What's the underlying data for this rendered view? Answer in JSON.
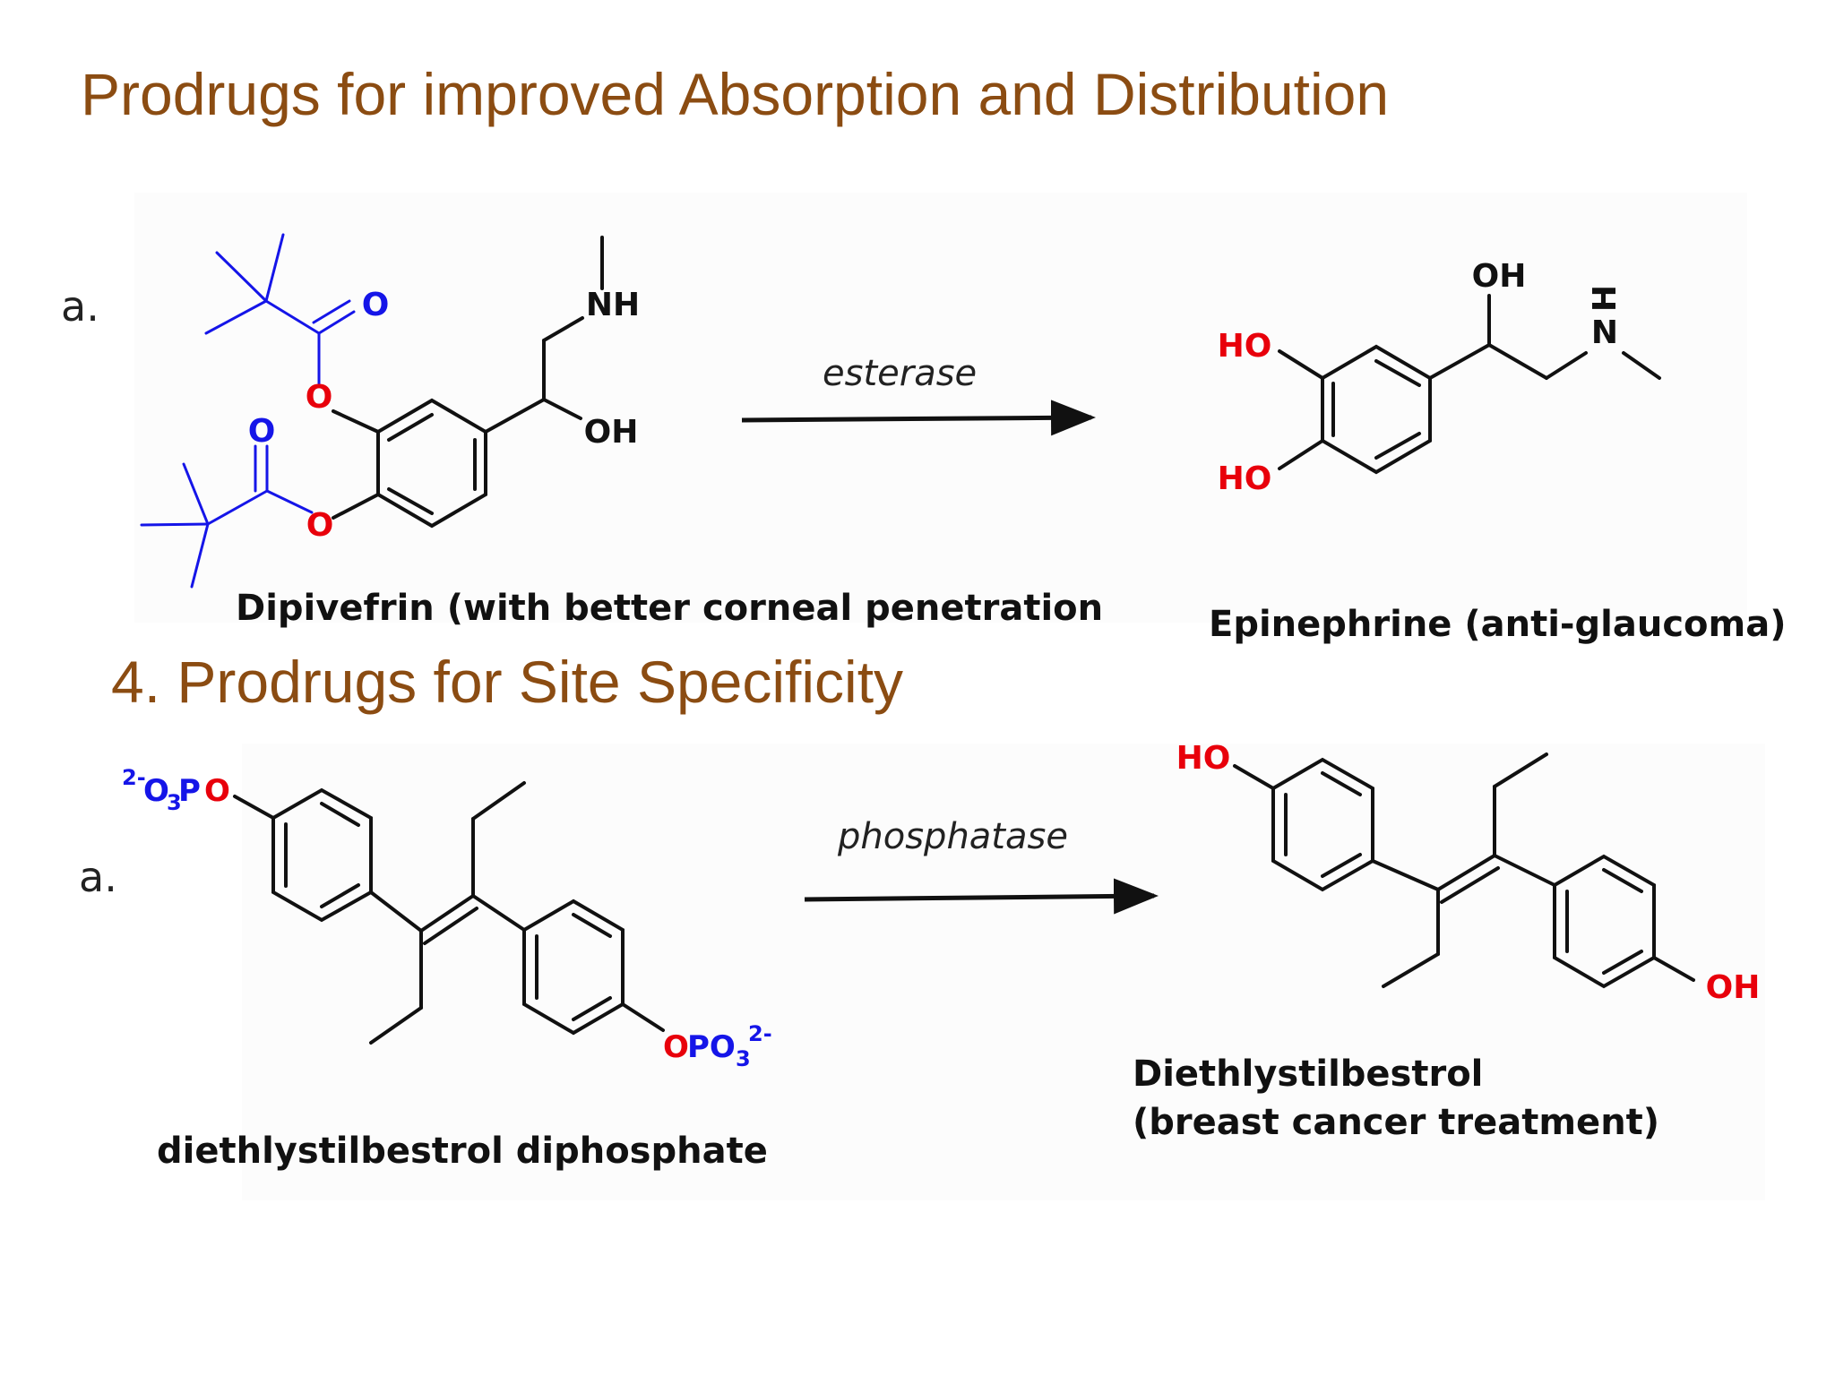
{
  "title": "Prodrugs for improved Absorption and Distribution",
  "section2_title": "4. Prodrugs for Site Specificity",
  "reaction1": {
    "item_label": "a.",
    "enzyme": "esterase",
    "substrate_caption": "Dipivefrin (with better corneal penetration",
    "product_caption": "Epinephrine (anti-glaucoma)",
    "atoms": {
      "O": "O",
      "NH": "NH",
      "OH": "OH",
      "HO": "HO",
      "H": "H",
      "N": "N"
    }
  },
  "reaction2": {
    "item_label": "a.",
    "enzyme": "phosphatase",
    "substrate_caption": "diethlystilbestrol diphosphate",
    "product_caption_line1": "Diethlystilbestrol",
    "product_caption_line2": "(breast cancer treatment)",
    "atoms": {
      "phosphate_left": "2-O3PO",
      "phosphate_right": "OPO32-",
      "HO": "HO",
      "OH": "OH"
    }
  },
  "colors": {
    "title": "#8B4C12",
    "oxygen": "#e8000b",
    "pivaloyl": "#1515e8",
    "bond": "#111111"
  }
}
